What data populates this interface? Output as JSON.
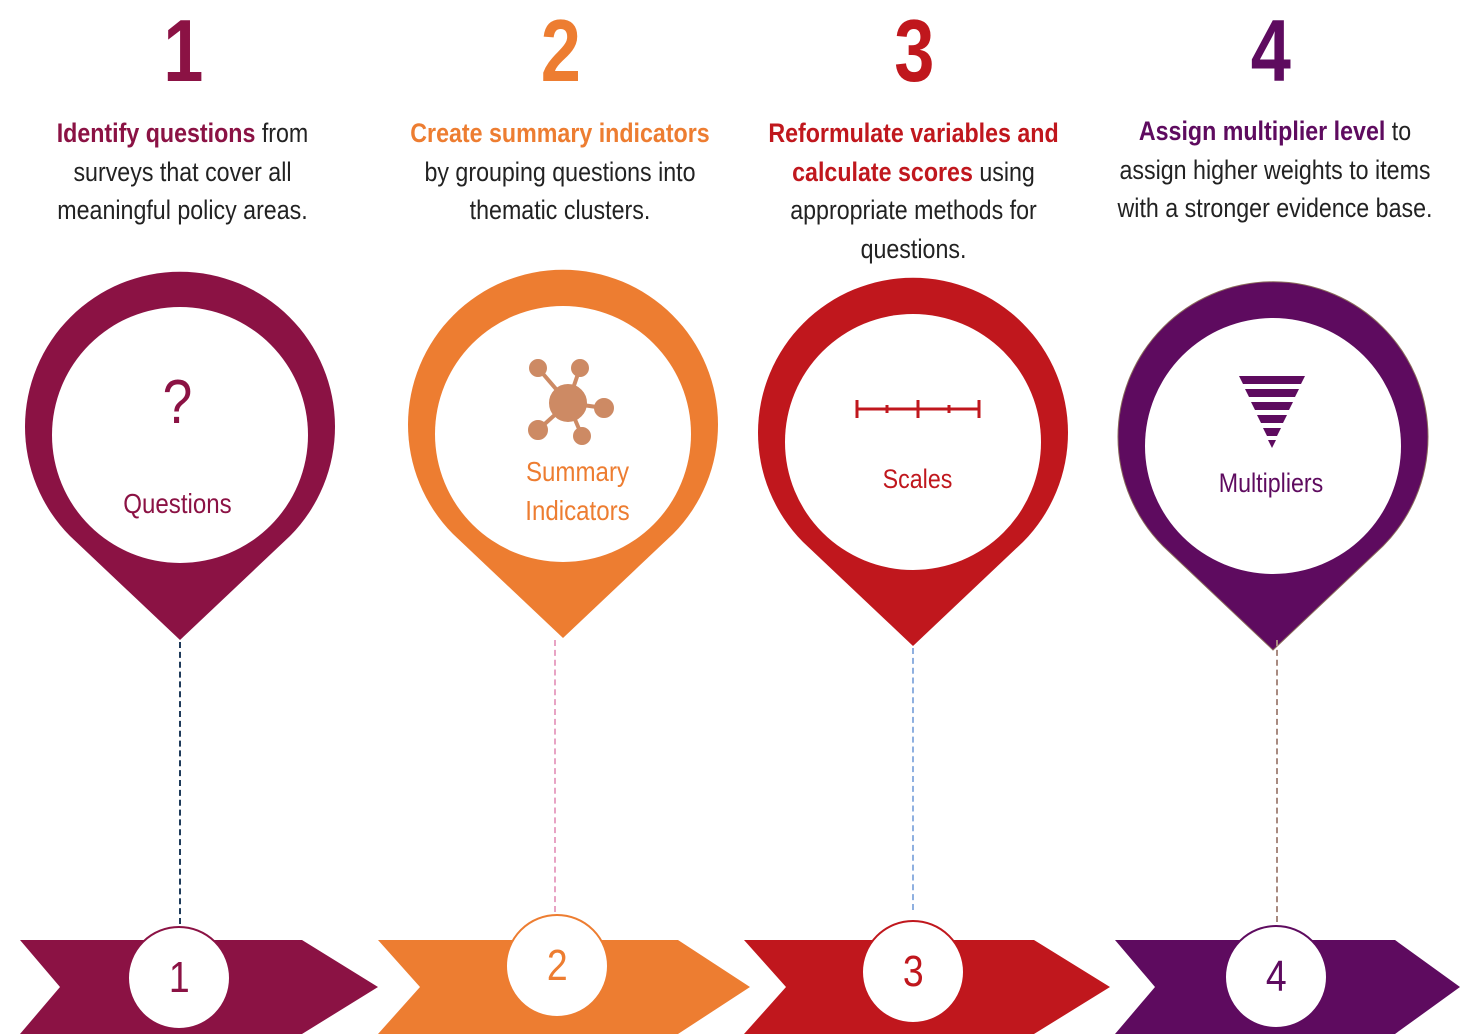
{
  "steps": [
    {
      "number": "1",
      "color": "#8b1244",
      "desc_highlight": "Identify questions",
      "desc_rest": " from surveys that cover all meaningful policy areas.",
      "pin_label": "Questions",
      "icon": "question-mark-icon",
      "icon_text": "?",
      "connector_color": "#1f3b5a",
      "circle_number": "1"
    },
    {
      "number": "2",
      "color": "#ed7d31",
      "desc_highlight": "Create summary indicators",
      "desc_rest": " by grouping questions into thematic clusters.",
      "pin_label": "Summary Indicators",
      "icon": "network-hub-icon",
      "icon_color": "#cd8a64",
      "connector_color": "#e8a3c4",
      "circle_number": "2"
    },
    {
      "number": "3",
      "color": "#c0171d",
      "desc_highlight": "Reformulate variables and calculate scores",
      "desc_rest": " using appropriate methods for questions.",
      "pin_label": "Scales",
      "icon": "scale-ruler-icon",
      "connector_color": "#8fb0e0",
      "circle_number": "3"
    },
    {
      "number": "4",
      "color": "#5e0b5f",
      "desc_highlight": "Assign multiplier level",
      "desc_rest": " to assign higher weights to items with a stronger evidence  base.",
      "pin_label": "Multipliers",
      "icon": "inverted-triangle-icon",
      "connector_color": "#a88a80",
      "circle_number": "4"
    }
  ]
}
